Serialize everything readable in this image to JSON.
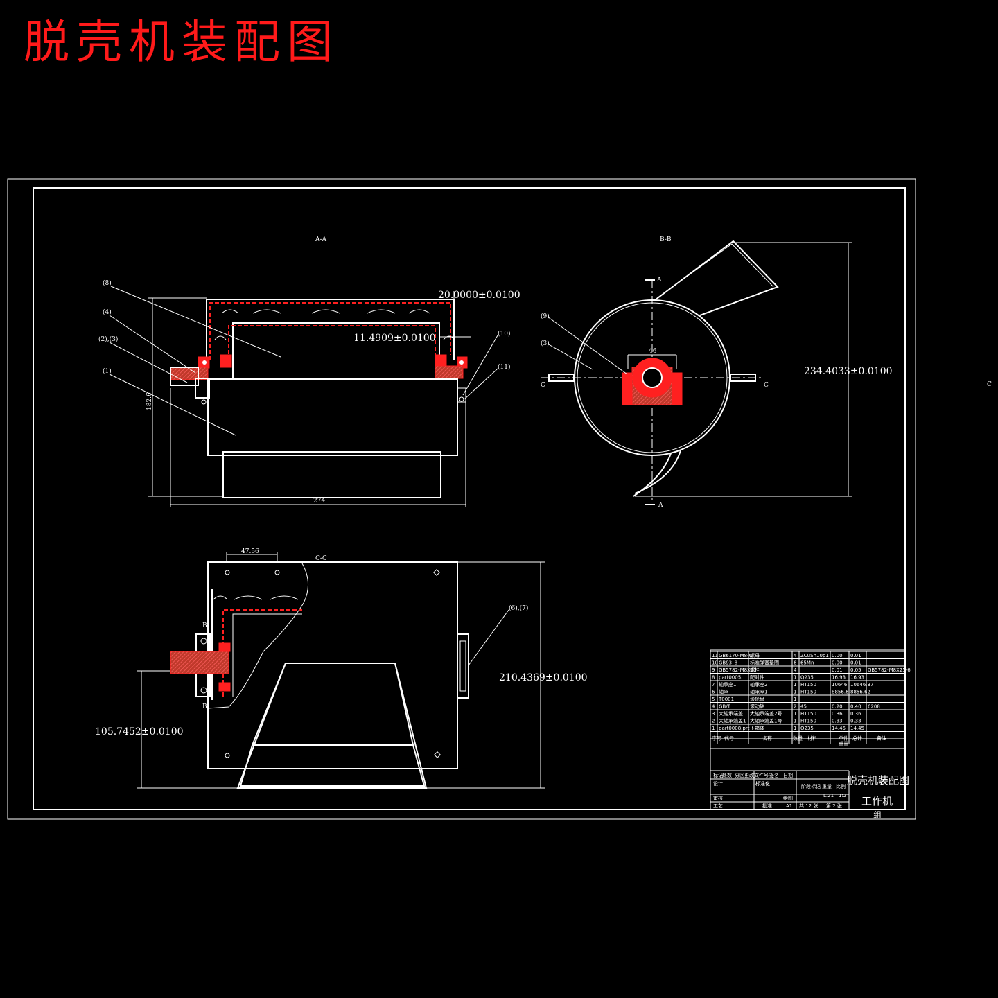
{
  "title": "脱壳机装配图",
  "views": {
    "section_aa": "A-A",
    "section_bb": "B-B",
    "section_cc": "C-C"
  },
  "dimensions": {
    "top_offset": "20.0000±0.0100",
    "inner_offset": "11.4909±0.0100",
    "height_left": "182.6",
    "width_bottom": "274",
    "circle_inner": "46",
    "side_height": "234.4033±0.0100",
    "top_dist": "47.56",
    "side_height2": "210.4369±0.0100",
    "lower_height": "105.7452±0.0100"
  },
  "leaders": {
    "l8": "(8)",
    "l4": "(4)",
    "l23": "(2),(3)",
    "l1": "(1)",
    "l10": "(10)",
    "l11": "(11)",
    "l9": "(9)",
    "l3b": "(3)",
    "l67": "(6),(7)"
  },
  "markers": {
    "a": "A",
    "b": "B",
    "c": "C"
  },
  "bom": [
    {
      "no": "11",
      "code": "GB6170-M8-C",
      "name": "螺母",
      "qty": "4",
      "mat": "ZCuSn10p1",
      "w1": "0.00",
      "w2": "0.01",
      "note": ""
    },
    {
      "no": "10",
      "code": "GB93_8",
      "name": "标准弹簧垫圈",
      "qty": "6",
      "mat": "65Mn",
      "w1": "0.00",
      "w2": "0.01",
      "note": ""
    },
    {
      "no": "9",
      "code": "GB5782-M8X25",
      "name": "螺栓",
      "qty": "4",
      "mat": "",
      "w1": "0.01",
      "w2": "0.05",
      "note": "GB5782-M8X25-6"
    },
    {
      "no": "8",
      "code": "part0005.",
      "name": "配对件",
      "qty": "1",
      "mat": "Q235",
      "w1": "16.93",
      "w2": "16.93",
      "note": ""
    },
    {
      "no": "7",
      "code": "轴承座1",
      "name": "轴承座2",
      "qty": "1",
      "mat": "HT150",
      "w1": "10646.",
      "w2": "10646.37",
      "note": ""
    },
    {
      "no": "6",
      "code": "轴承",
      "name": "轴承座1",
      "qty": "1",
      "mat": "HT150",
      "w1": "8856.6",
      "w2": "8856.62",
      "note": ""
    },
    {
      "no": "5",
      "code": "T0001",
      "name": "滚轮盘",
      "qty": "1",
      "mat": "",
      "w1": "",
      "w2": "",
      "note": ""
    },
    {
      "no": "4",
      "code": "GB/T",
      "name": "滚动轴",
      "qty": "2",
      "mat": "45",
      "w1": "0.20",
      "w2": "0.40",
      "note": "6208"
    },
    {
      "no": "3",
      "code": "大轴承端盖",
      "name": "大轴承端盖2号",
      "qty": "1",
      "mat": "HT150",
      "w1": "0.36",
      "w2": "0.36",
      "note": ""
    },
    {
      "no": "2",
      "code": "大轴承端盖1",
      "name": "大轴承端盖1号",
      "qty": "1",
      "mat": "HT150",
      "w1": "0.33",
      "w2": "0.33",
      "note": ""
    },
    {
      "no": "1",
      "code": "part0008.prt",
      "name": "下箱体",
      "qty": "1",
      "mat": "Q235",
      "w1": "14.45",
      "w2": "14.45",
      "note": ""
    }
  ],
  "bom_header": {
    "no": "序号",
    "code": "代号",
    "name": "名称",
    "qty": "数量",
    "mat": "材料",
    "w1": "单件",
    "w2": "总计",
    "weight": "重量",
    "note": "备注"
  },
  "titleblock": {
    "drawing_name": "脱壳机装配图",
    "org": "工作机",
    "group": "组",
    "scale": "1:2",
    "sheets": "共 12 张",
    "sheet": "第 2 张",
    "weight": "L.21",
    "size": "A1",
    "stage": "阶段标记",
    "weight_label": "重量",
    "scale_label": "比例",
    "mark": "标记",
    "count": "处数",
    "zone": "分区",
    "change": "更改文件号",
    "sign": "签名",
    "date": "日期",
    "design": "设计",
    "std": "标准化",
    "review": "审核",
    "craft": "工艺",
    "approve": "批准",
    "drawn": "绘图"
  }
}
